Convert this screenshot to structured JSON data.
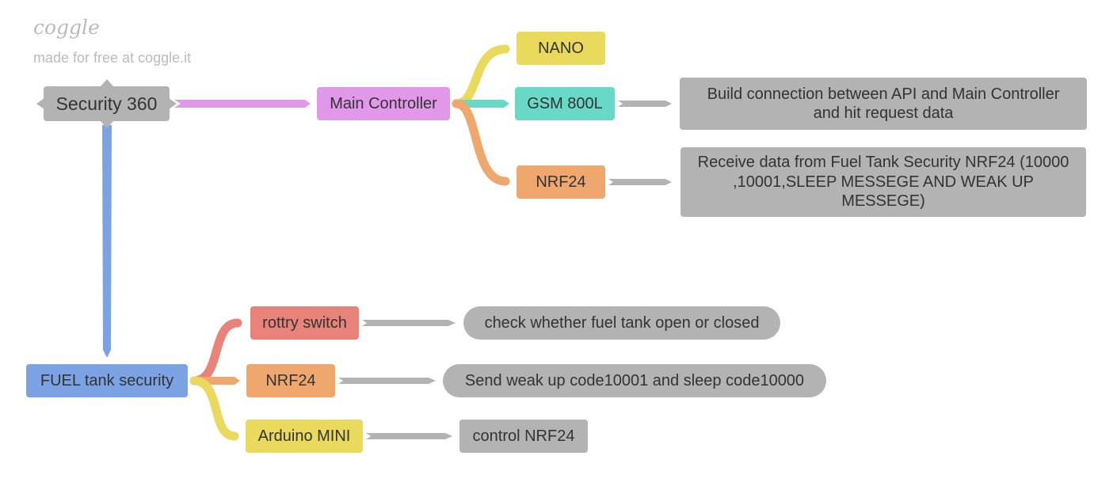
{
  "watermark": {
    "brand": "coggle",
    "tagline": "made for free at coggle.it"
  },
  "colors": {
    "gray": "#b3b3b3",
    "pink": "#e198e9",
    "yellow": "#e9d95d",
    "teal": "#67d9c6",
    "orange": "#f0a76d",
    "blue": "#7ba3e3",
    "red": "#e98379"
  },
  "nodes": {
    "root": "Security 360",
    "main_controller": "Main Controller",
    "nano": "NANO",
    "gsm": "GSM 800L",
    "gsm_note": "Build connection between API and Main Controller and hit request data",
    "nrf_main": "NRF24",
    "nrf_main_note": "Receive data from Fuel Tank Security NRF24 (10000 ,10001,SLEEP MESSEGE AND WEAK UP MESSEGE)",
    "fuel_tank": "FUEL tank security",
    "rotary": "rottry switch",
    "rotary_note": "check whether fuel tank open or closed",
    "nrf_fuel": "NRF24",
    "nrf_fuel_note": "Send weak up code10001 and sleep code10000",
    "arduino": "Arduino MINI",
    "arduino_note": "control NRF24"
  }
}
